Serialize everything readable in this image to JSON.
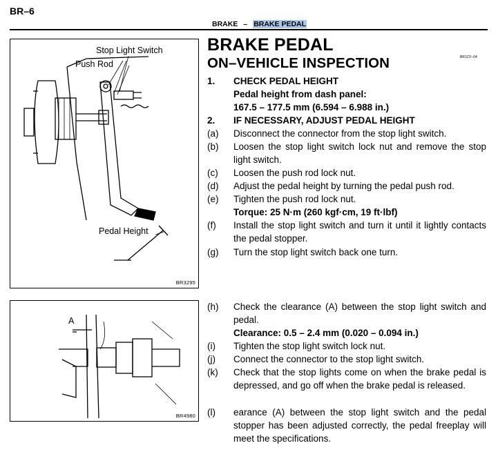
{
  "header": {
    "page_number": "BR–6",
    "section": "BRAKE",
    "separator": "–",
    "subsection": "BRAKE PEDAL"
  },
  "title": "BRAKE PEDAL",
  "subtitle": "ON–VEHICLE INSPECTION",
  "source_code": "BR1CF–04",
  "figure1": {
    "labels": {
      "stop_light_switch": "Stop Light Switch",
      "push_rod": "Push Rod",
      "pedal_height": "Pedal Height"
    },
    "code": "BR3295"
  },
  "figure2": {
    "labels": {
      "a": "A"
    },
    "code": "BR4980"
  },
  "steps": [
    {
      "label": "1.",
      "text": "CHECK PEDAL HEIGHT"
    },
    {
      "label": "",
      "text": "Pedal height from dash panel:"
    },
    {
      "label": "",
      "text": "167.5 – 177.5 mm (6.594 – 6.988 in.)"
    },
    {
      "label": "2.",
      "text": "IF NECESSARY, ADJUST PEDAL HEIGHT"
    },
    {
      "label": "(a)",
      "text": "Disconnect the connector from the stop light switch."
    },
    {
      "label": "(b)",
      "text": "Loosen the stop light switch lock nut and remove the stop light switch."
    },
    {
      "label": "(c)",
      "text": "Loosen the push rod lock nut."
    },
    {
      "label": "(d)",
      "text": "Adjust the pedal height by turning the pedal push rod."
    },
    {
      "label": "(e)",
      "text": "Tighten the push rod lock nut."
    },
    {
      "label": "",
      "text": "Torque: 25 N·m (260 kgf·cm, 19 ft·lbf)"
    },
    {
      "label": "(f)",
      "text": "Install the stop light switch and turn it until it lightly contacts the pedal stopper."
    },
    {
      "label": "(g)",
      "text": "Turn the stop light switch back one turn."
    },
    {
      "label": "(h)",
      "text": "Check the clearance (A) between the stop light switch and pedal."
    },
    {
      "label": "",
      "text": "Clearance: 0.5 – 2.4 mm (0.020 – 0.094 in.)"
    },
    {
      "label": "(i)",
      "text": "Tighten the stop light switch lock nut."
    },
    {
      "label": "(j)",
      "text": "Connect the connector to the stop light switch."
    },
    {
      "label": "(k)",
      "text": "Check that the stop lights come on when the brake pedal is depressed, and go off when the brake pedal is released."
    },
    {
      "label": "(l)",
      "text": "earance (A) between the stop light switch and the pedal stopper has been adjusted correctly, the pedal freeplay will meet the specifications."
    }
  ]
}
